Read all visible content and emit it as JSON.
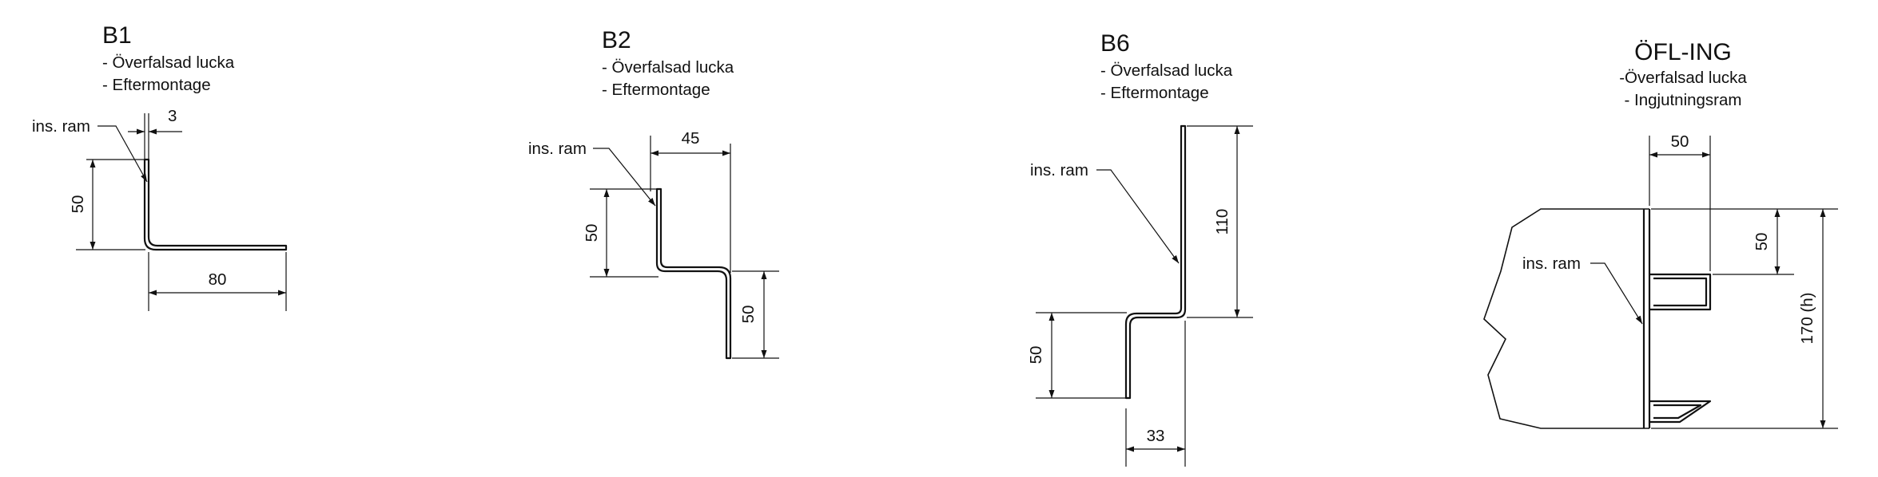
{
  "details": [
    {
      "id": "b1",
      "title": "B1",
      "lines": [
        "- Överfalsad lucka",
        "- Eftermontage"
      ],
      "label": "ins. ram",
      "dims": [
        "3",
        "50",
        "80"
      ]
    },
    {
      "id": "b2",
      "title": "B2",
      "lines": [
        "- Överfalsad lucka",
        "- Eftermontage"
      ],
      "label": "ins. ram",
      "dims": [
        "45",
        "50",
        "50"
      ]
    },
    {
      "id": "b6",
      "title": "B6",
      "lines": [
        "- Överfalsad lucka",
        "- Eftermontage"
      ],
      "label": "ins. ram",
      "dims": [
        "110",
        "50",
        "33"
      ]
    },
    {
      "id": "ofl",
      "title": "ÖFL-ING",
      "lines": [
        "-Överfalsad lucka",
        "- Ingjutningsram"
      ],
      "label": "ins. ram",
      "dims": [
        "50",
        "50",
        "170 (h)"
      ]
    }
  ]
}
